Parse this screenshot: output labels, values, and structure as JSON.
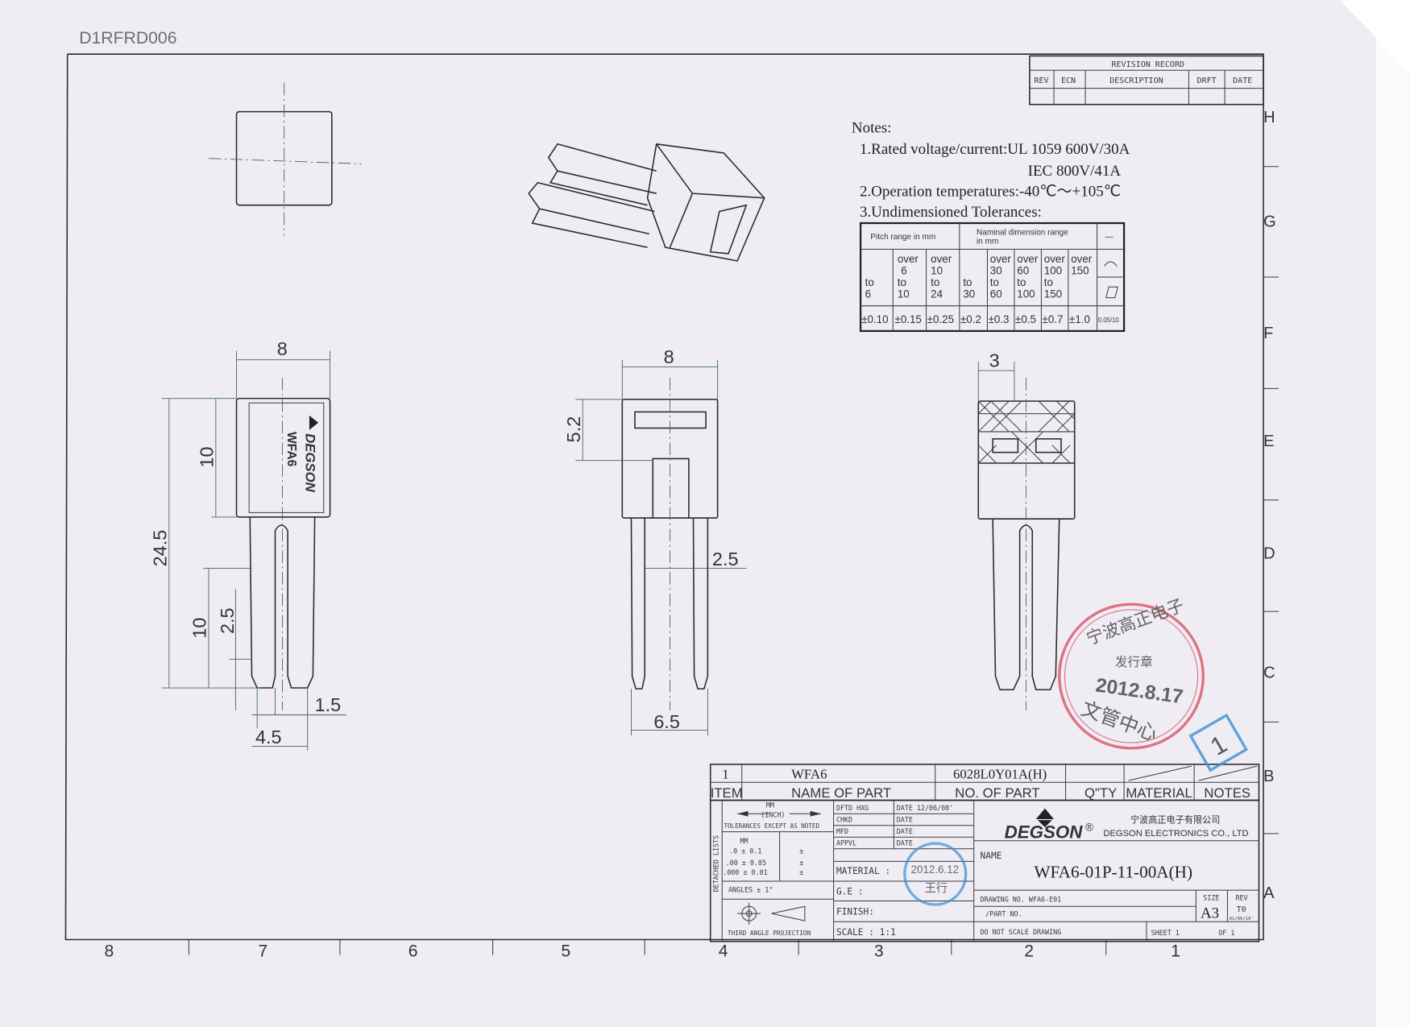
{
  "doc_code": "D1RFRD006",
  "zones": {
    "columns": [
      "8",
      "7",
      "6",
      "5",
      "4",
      "3",
      "2",
      "1"
    ],
    "rows": [
      "H",
      "G",
      "F",
      "E",
      "D",
      "C",
      "B",
      "A"
    ]
  },
  "revision_record": {
    "title": "REVISION RECORD",
    "headers": [
      "REV",
      "ECN",
      "DESCRIPTION",
      "DRFT",
      "DATE"
    ]
  },
  "notes": {
    "title": "Notes:",
    "line1": "1.Rated voltage/current:UL 1059 600V/30A",
    "line1b": "IEC 800V/41A",
    "line2": "2.Operation temperatures:-40℃～+105℃",
    "line3": "3.Undimensioned Tolerances:"
  },
  "tolerance_table": {
    "pitch_header": "Pitch range in mm",
    "nominal_header_1": "Naminal dimension range",
    "nominal_header_2": "in mm",
    "straightness_symbol": "—",
    "ranges": [
      [
        "",
        "",
        "to",
        "6"
      ],
      [
        "over",
        "6",
        "to",
        "10"
      ],
      [
        "over",
        "10",
        "to",
        "24"
      ],
      [
        "",
        "",
        "to",
        "30"
      ],
      [
        "over",
        "30",
        "to",
        "60"
      ],
      [
        "over",
        "60",
        "to",
        "100"
      ],
      [
        "over",
        "100",
        "to",
        "150"
      ],
      [
        "over",
        "150",
        "",
        ""
      ]
    ],
    "values": [
      "±0.10",
      "±0.15",
      "±0.25",
      "±0.2",
      "±0.3",
      "±0.5",
      "±0.7",
      "±1.0"
    ],
    "last_value": "0.05/10"
  },
  "dimensions": {
    "front_width": "8",
    "front_total_height": "24.5",
    "front_body_height": "10",
    "front_pin_length": "10",
    "front_pin_gap": "2.5",
    "front_pin_tip": "1.5",
    "front_pin_span": "4.5",
    "side_width": "8",
    "side_window_depth": "5.2",
    "side_pin_width": "2.5",
    "side_pin_span": "6.5",
    "end_width": "3"
  },
  "part_marking": {
    "brand": "DEGSON",
    "model": "WFA6"
  },
  "stamps": {
    "red_line1": "宁波高正电子",
    "red_line2": "发行章",
    "red_date": "2012.8.17",
    "red_line3": "文管中心",
    "blue_box": "1",
    "blue_circle_date": "2012.6.12",
    "blue_circle_text": "王行"
  },
  "parts_list": {
    "row": {
      "item": "1",
      "name": "WFA6",
      "number": "6028L0Y01A(H)"
    },
    "headers": [
      "ITEM",
      "NAME OF PART",
      "NO. OF PART",
      "Q\"TY",
      "MATERIAL",
      "NOTES"
    ]
  },
  "title_block": {
    "detached_lists": "DETACHED LISTS",
    "mm": "MM",
    "inch": "(INCH)",
    "tolerances_label": "TOLERANCES EXCEPT AS NOTED",
    "tol_mm": "MM",
    "tol_rows": [
      ".0 ± 0.1",
      ".00 ± 0.05",
      ".000 ± 0.01"
    ],
    "tol_pm": "±",
    "angles": "ANGLES ± 1°",
    "projection": "THIRD ANGLE PROJECTION",
    "dftd": "DFTD HXG",
    "dftd_date": "DATE 12/06/08'",
    "chkd": "CHKD",
    "mfd": "MFD",
    "appvl": "APPVL",
    "date_label": "DATE",
    "material": "MATERIAL :",
    "ge": "G.E :",
    "finish": "FINISH:",
    "scale": "SCALE : 1:1",
    "company_logo": "DEGSON",
    "company_cn": "宁波高正电子有限公司",
    "company_en": "DEGSON ELECTRONICS CO., LTD",
    "name_label": "NAME",
    "part_name": "WFA6-01P-11-00A(H)",
    "drawing_no": "DRAWING NO. WFA6-E01",
    "part_no": "/PART  NO.",
    "size_label": "SIZE",
    "size": "A3",
    "rev_label": "REV",
    "rev": "T0",
    "rev_date": "01/06/10'",
    "no_scale": "DO NOT SCALE DRAWING",
    "sheet": "SHEET  1",
    "of": "OF  1"
  }
}
